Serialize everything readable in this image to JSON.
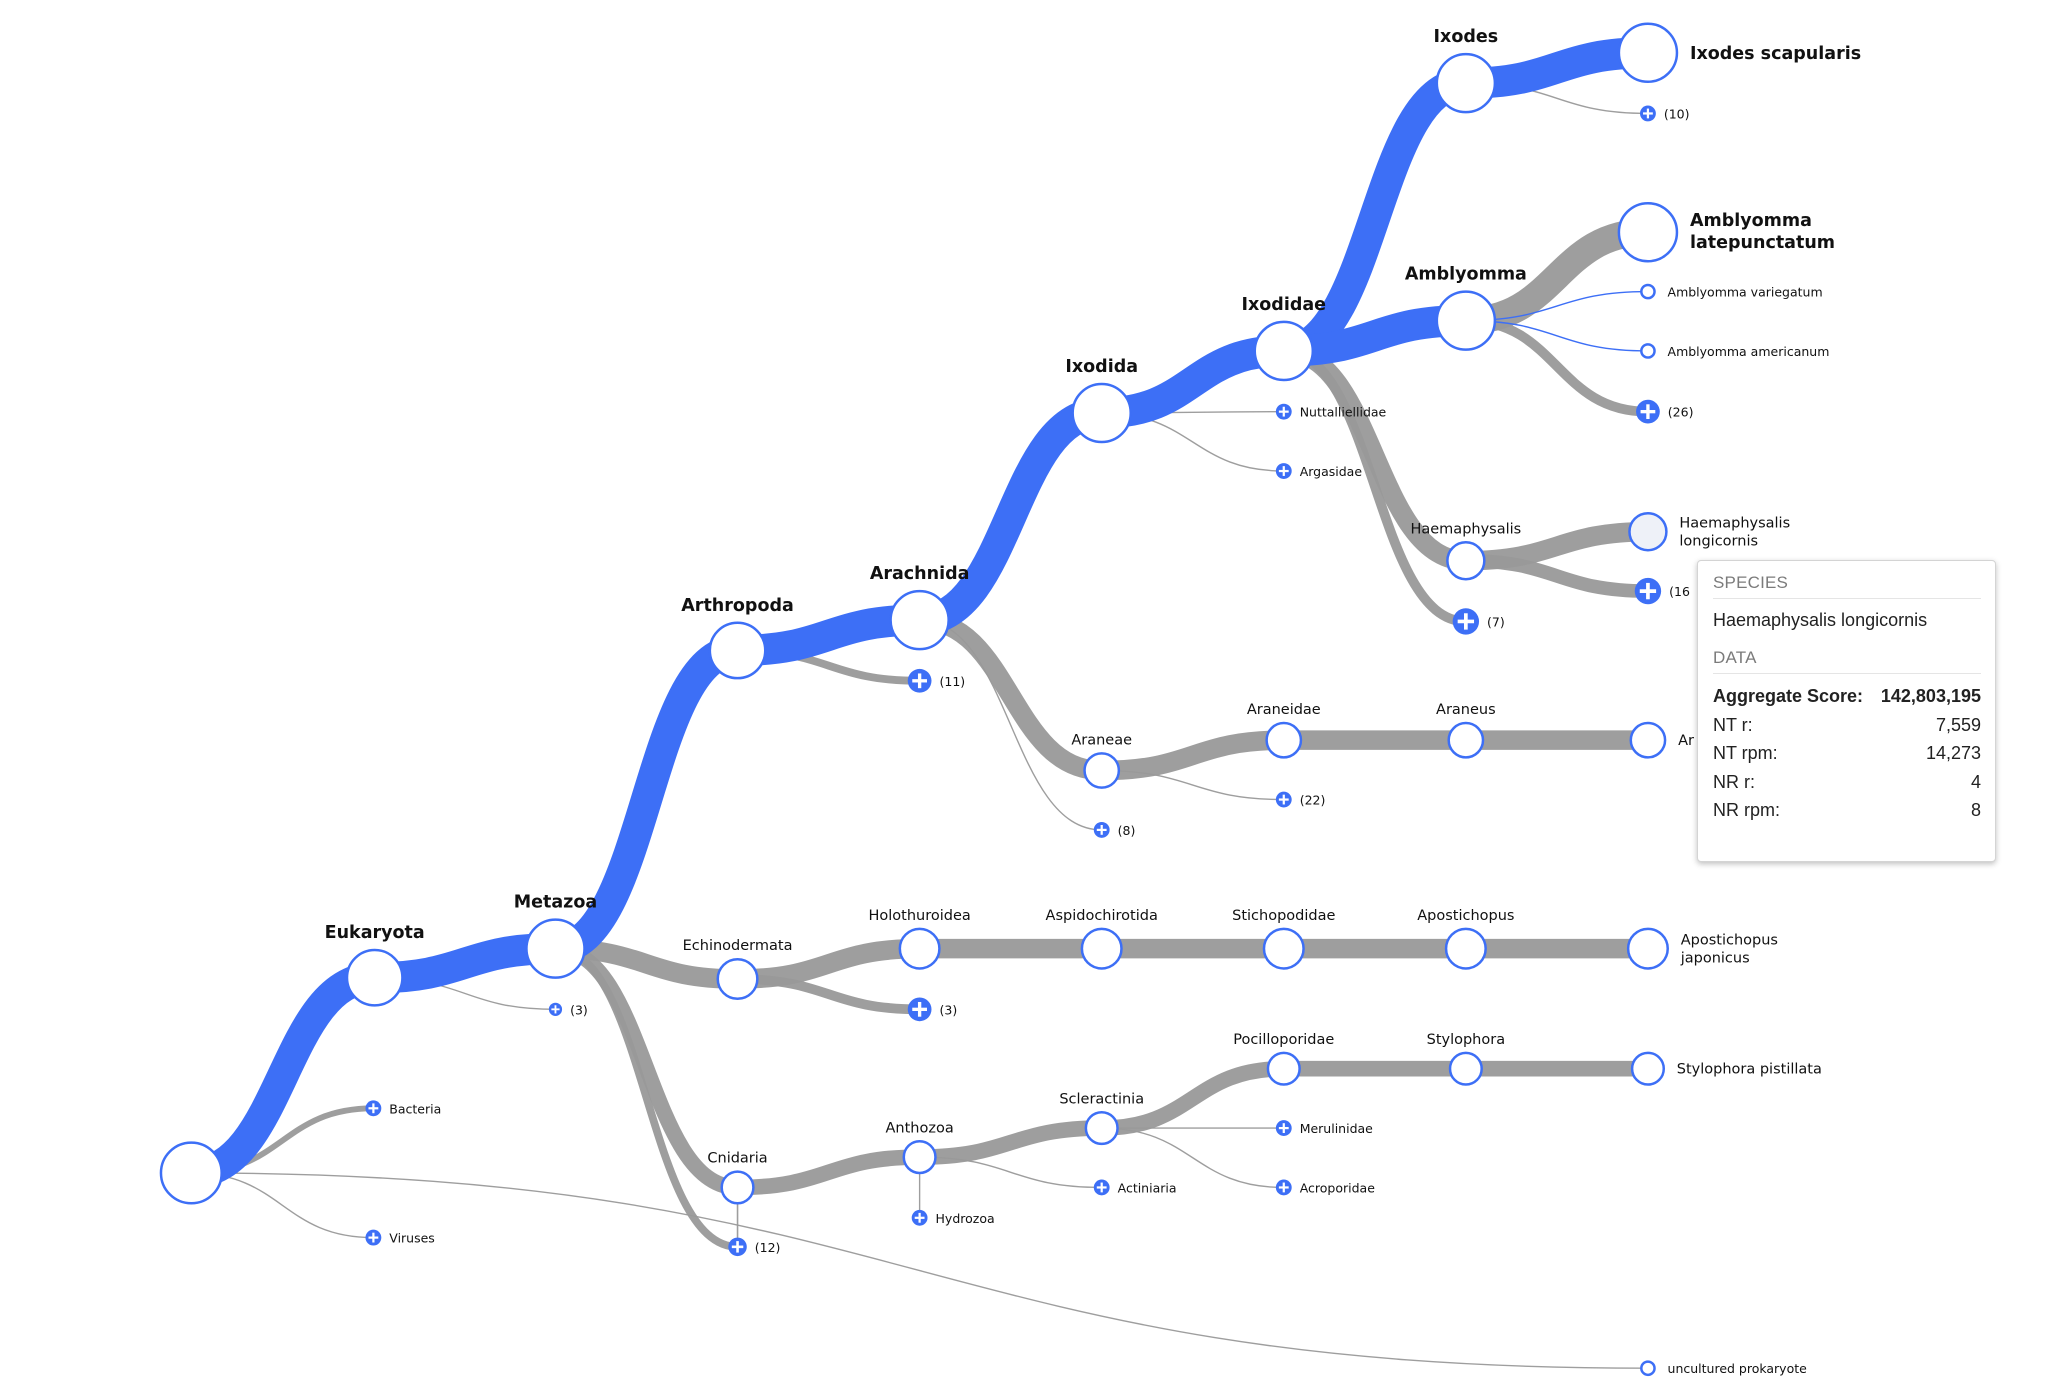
{
  "nodes": [
    {
      "id": "root",
      "label": ""
    },
    {
      "id": "eukaryota",
      "label": "Eukaryota"
    },
    {
      "id": "metazoa",
      "label": "Metazoa"
    },
    {
      "id": "arthropoda",
      "label": "Arthropoda"
    },
    {
      "id": "arachnida",
      "label": "Arachnida"
    },
    {
      "id": "ixodida",
      "label": "Ixodida"
    },
    {
      "id": "ixodidae",
      "label": "Ixodidae"
    },
    {
      "id": "ixodes",
      "label": "Ixodes"
    },
    {
      "id": "ixodes-scapularis",
      "label": "Ixodes scapularis"
    },
    {
      "id": "ixodes-more",
      "label": "(10)"
    },
    {
      "id": "amblyomma",
      "label": "Amblyomma"
    },
    {
      "id": "amblyomma-latepunctatum",
      "label": "Amblyomma latepunctatum"
    },
    {
      "id": "amblyomma-variegatum",
      "label": "Amblyomma variegatum"
    },
    {
      "id": "amblyomma-americanum",
      "label": "Amblyomma americanum"
    },
    {
      "id": "amblyomma-more",
      "label": "(26)"
    },
    {
      "id": "nuttalliellidae",
      "label": "Nuttalliellidae"
    },
    {
      "id": "argasidae",
      "label": "Argasidae"
    },
    {
      "id": "haemaphysalis",
      "label": "Haemaphysalis"
    },
    {
      "id": "haemaphysalis-longicornis",
      "label": "Haemaphysalis longicornis"
    },
    {
      "id": "haemaphysalis-more",
      "label": "(16"
    },
    {
      "id": "ixodidae-more",
      "label": "(7)"
    },
    {
      "id": "arthropoda-more",
      "label": "(11)"
    },
    {
      "id": "araneae",
      "label": "Araneae"
    },
    {
      "id": "araneidae",
      "label": "Araneidae"
    },
    {
      "id": "araneus",
      "label": "Araneus"
    },
    {
      "id": "araneus-species",
      "label": "Ar"
    },
    {
      "id": "araneae-more",
      "label": "(22)"
    },
    {
      "id": "arachnida-more",
      "label": "(8)"
    },
    {
      "id": "echinodermata",
      "label": "Echinodermata"
    },
    {
      "id": "holothuroidea",
      "label": "Holothuroidea"
    },
    {
      "id": "aspidochirotida",
      "label": "Aspidochirotida"
    },
    {
      "id": "stichopodidae",
      "label": "Stichopodidae"
    },
    {
      "id": "apostichopus",
      "label": "Apostichopus"
    },
    {
      "id": "apostichopus-japonicus",
      "label": "Apostichopus japonicus"
    },
    {
      "id": "echinodermata-more",
      "label": "(3)"
    },
    {
      "id": "eukaryota-more",
      "label": "(3)"
    },
    {
      "id": "cnidaria",
      "label": "Cnidaria"
    },
    {
      "id": "anthozoa",
      "label": "Anthozoa"
    },
    {
      "id": "scleractinia",
      "label": "Scleractinia"
    },
    {
      "id": "pocilloporidae",
      "label": "Pocilloporidae"
    },
    {
      "id": "stylophora",
      "label": "Stylophora"
    },
    {
      "id": "stylophora-pistillata",
      "label": "Stylophora pistillata"
    },
    {
      "id": "merulinidae",
      "label": "Merulinidae"
    },
    {
      "id": "acroporidae",
      "label": "Acroporidae"
    },
    {
      "id": "actiniaria",
      "label": "Actiniaria"
    },
    {
      "id": "hydrozoa",
      "label": "Hydrozoa"
    },
    {
      "id": "metazoa-more",
      "label": "(12)"
    },
    {
      "id": "bacteria",
      "label": "Bacteria"
    },
    {
      "id": "viruses",
      "label": "Viruses"
    },
    {
      "id": "uncultured-prokaryote",
      "label": "uncultured prokaryote"
    }
  ],
  "links": [
    {
      "from": "root",
      "to": "eukaryota",
      "kind": "highlight",
      "weight": 16
    },
    {
      "from": "root",
      "to": "bacteria",
      "kind": "muted",
      "weight": 3
    },
    {
      "from": "root",
      "to": "viruses",
      "kind": "muted",
      "weight": 1
    },
    {
      "from": "root",
      "to": "uncultured-prokaryote",
      "kind": "muted",
      "weight": 1
    },
    {
      "from": "eukaryota",
      "to": "metazoa",
      "kind": "highlight",
      "weight": 16
    },
    {
      "from": "eukaryota",
      "to": "eukaryota-more",
      "kind": "muted",
      "weight": 1
    },
    {
      "from": "metazoa",
      "to": "arthropoda",
      "kind": "highlight",
      "weight": 16
    },
    {
      "from": "metazoa",
      "to": "echinodermata",
      "kind": "muted",
      "weight": 10
    },
    {
      "from": "metazoa",
      "to": "cnidaria",
      "kind": "muted",
      "weight": 8
    },
    {
      "from": "metazoa",
      "to": "metazoa-more",
      "kind": "muted",
      "weight": 4
    },
    {
      "from": "arthropoda",
      "to": "arachnida",
      "kind": "highlight",
      "weight": 16
    },
    {
      "from": "arthropoda",
      "to": "arthropoda-more",
      "kind": "muted",
      "weight": 4
    },
    {
      "from": "arachnida",
      "to": "ixodida",
      "kind": "highlight",
      "weight": 16
    },
    {
      "from": "arachnida",
      "to": "araneae",
      "kind": "muted",
      "weight": 10
    },
    {
      "from": "arachnida",
      "to": "arachnida-more",
      "kind": "muted",
      "weight": 1
    },
    {
      "from": "ixodida",
      "to": "ixodidae",
      "kind": "highlight",
      "weight": 16
    },
    {
      "from": "ixodida",
      "to": "nuttalliellidae",
      "kind": "muted",
      "weight": 1
    },
    {
      "from": "ixodida",
      "to": "argasidae",
      "kind": "muted",
      "weight": 1
    },
    {
      "from": "ixodidae",
      "to": "ixodes",
      "kind": "highlight",
      "weight": 16
    },
    {
      "from": "ixodidae",
      "to": "amblyomma",
      "kind": "highlight",
      "weight": 16
    },
    {
      "from": "ixodidae",
      "to": "haemaphysalis",
      "kind": "muted",
      "weight": 10
    },
    {
      "from": "ixodidae",
      "to": "ixodidae-more",
      "kind": "muted",
      "weight": 5
    },
    {
      "from": "ixodes",
      "to": "ixodes-scapularis",
      "kind": "highlight",
      "weight": 16
    },
    {
      "from": "ixodes",
      "to": "ixodes-more",
      "kind": "muted",
      "weight": 1
    },
    {
      "from": "amblyomma",
      "to": "amblyomma-latepunctatum",
      "kind": "muted",
      "weight": 14
    },
    {
      "from": "amblyomma",
      "to": "amblyomma-variegatum",
      "kind": "highlight",
      "weight": 1
    },
    {
      "from": "amblyomma",
      "to": "amblyomma-americanum",
      "kind": "highlight",
      "weight": 1
    },
    {
      "from": "amblyomma",
      "to": "amblyomma-more",
      "kind": "muted",
      "weight": 5
    },
    {
      "from": "haemaphysalis",
      "to": "haemaphysalis-longicornis",
      "kind": "muted",
      "weight": 10
    },
    {
      "from": "haemaphysalis",
      "to": "haemaphysalis-more",
      "kind": "muted",
      "weight": 7
    },
    {
      "from": "araneae",
      "to": "araneidae",
      "kind": "muted",
      "weight": 10
    },
    {
      "from": "araneae",
      "to": "araneae-more",
      "kind": "muted",
      "weight": 1
    },
    {
      "from": "araneidae",
      "to": "araneus",
      "kind": "muted",
      "weight": 10
    },
    {
      "from": "araneus",
      "to": "araneus-species",
      "kind": "muted",
      "weight": 10
    },
    {
      "from": "echinodermata",
      "to": "holothuroidea",
      "kind": "muted",
      "weight": 10
    },
    {
      "from": "echinodermata",
      "to": "echinodermata-more",
      "kind": "muted",
      "weight": 5
    },
    {
      "from": "holothuroidea",
      "to": "aspidochirotida",
      "kind": "muted",
      "weight": 10
    },
    {
      "from": "aspidochirotida",
      "to": "stichopodidae",
      "kind": "muted",
      "weight": 10
    },
    {
      "from": "stichopodidae",
      "to": "apostichopus",
      "kind": "muted",
      "weight": 10
    },
    {
      "from": "apostichopus",
      "to": "apostichopus-japonicus",
      "kind": "muted",
      "weight": 10
    },
    {
      "from": "cnidaria",
      "to": "anthozoa",
      "kind": "muted",
      "weight": 8
    },
    {
      "from": "cnidaria",
      "to": "metazoa-more",
      "kind": "muted",
      "weight": 0
    },
    {
      "from": "anthozoa",
      "to": "scleractinia",
      "kind": "muted",
      "weight": 8
    },
    {
      "from": "anthozoa",
      "to": "hydrozoa",
      "kind": "muted",
      "weight": 1
    },
    {
      "from": "anthozoa",
      "to": "actiniaria",
      "kind": "muted",
      "weight": 1
    },
    {
      "from": "scleractinia",
      "to": "pocilloporidae",
      "kind": "muted",
      "weight": 8
    },
    {
      "from": "scleractinia",
      "to": "merulinidae",
      "kind": "muted",
      "weight": 1
    },
    {
      "from": "scleractinia",
      "to": "acroporidae",
      "kind": "muted",
      "weight": 1
    },
    {
      "from": "pocilloporidae",
      "to": "stylophora",
      "kind": "muted",
      "weight": 8
    },
    {
      "from": "stylophora",
      "to": "stylophora-pistillata",
      "kind": "muted",
      "weight": 8
    }
  ],
  "tooltip": {
    "header": "SPECIES",
    "value": "Haemaphysalis longicornis",
    "data_header": "DATA",
    "rows": [
      {
        "label": "Aggregate Score:",
        "value": "142,803,195"
      },
      {
        "label": "NT r:",
        "value": "7,559"
      },
      {
        "label": "NT rpm:",
        "value": "14,273"
      },
      {
        "label": "NR r:",
        "value": "4"
      },
      {
        "label": "NR rpm:",
        "value": "8"
      }
    ]
  },
  "colors": {
    "highlight": "#3d6ff6",
    "muted": "#999999",
    "thin_muted": "#9c9c9c",
    "node_stroke": "#3d6ff6"
  }
}
